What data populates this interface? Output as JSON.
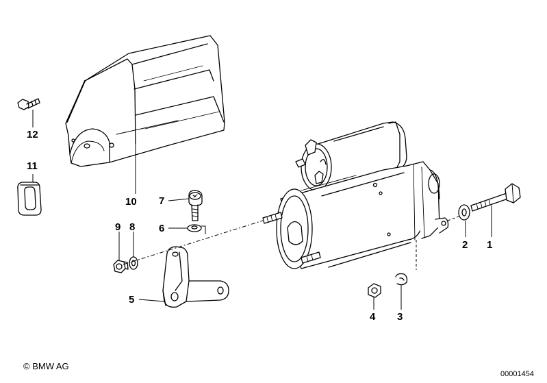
{
  "callouts": [
    {
      "id": "1",
      "label": "1"
    },
    {
      "id": "2",
      "label": "2"
    },
    {
      "id": "3",
      "label": "3"
    },
    {
      "id": "4",
      "label": "4"
    },
    {
      "id": "5",
      "label": "5"
    },
    {
      "id": "6",
      "label": "6"
    },
    {
      "id": "7",
      "label": "7"
    },
    {
      "id": "8",
      "label": "8"
    },
    {
      "id": "9",
      "label": "9"
    },
    {
      "id": "10",
      "label": "10"
    },
    {
      "id": "11",
      "label": "11"
    },
    {
      "id": "12",
      "label": "12"
    }
  ],
  "copyright": "© BMW AG",
  "diagram_number": "00001454",
  "colors": {
    "ink": "#000000",
    "paper": "#ffffff"
  }
}
